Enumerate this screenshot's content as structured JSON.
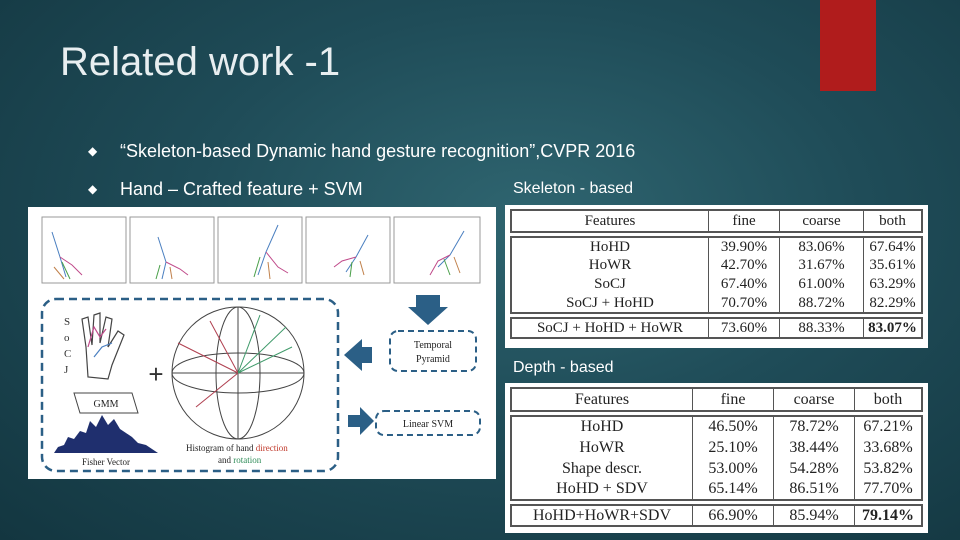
{
  "title": "Related work -1",
  "colors": {
    "accent_red": "#b01c1c"
  },
  "bullets": [
    {
      "icon": "diamond-bullet-icon",
      "text": "“Skeleton-based Dynamic hand gesture recognition”,CVPR 2016"
    },
    {
      "icon": "diamond-bullet-icon",
      "text": "Hand – Crafted feature + SVM"
    }
  ],
  "figure": {
    "letters": [
      "S",
      "o",
      "C",
      "J"
    ],
    "gmm": "GMM",
    "fisher": "Fisher Vector",
    "histogram_prefix": "Histogram of hand ",
    "histogram_direction": "direction",
    "histogram_and": "and ",
    "histogram_rotation": "rotation",
    "temporal": "Temporal",
    "pyramid": "Pyramid",
    "svm": "Linear SVM",
    "plus": "+"
  },
  "skeleton": {
    "label": "Skeleton - based",
    "headers": [
      "Features",
      "fine",
      "coarse",
      "both"
    ],
    "rows": [
      [
        "HoHD",
        "39.90%",
        "83.06%",
        "67.64%"
      ],
      [
        "HoWR",
        "42.70%",
        "31.67%",
        "35.61%"
      ],
      [
        "SoCJ",
        "67.40%",
        "61.00%",
        "63.29%"
      ],
      [
        "SoCJ + HoHD",
        "70.70%",
        "88.72%",
        "82.29%"
      ]
    ],
    "best": [
      "SoCJ + HoHD + HoWR",
      "73.60%",
      "88.33%",
      "83.07%"
    ]
  },
  "depth": {
    "label": "Depth - based",
    "headers": [
      "Features",
      "fine",
      "coarse",
      "both"
    ],
    "rows": [
      [
        "HoHD",
        "46.50%",
        "78.72%",
        "67.21%"
      ],
      [
        "HoWR",
        "25.10%",
        "38.44%",
        "33.68%"
      ],
      [
        "Shape descr.",
        "53.00%",
        "54.28%",
        "53.82%"
      ],
      [
        "HoHD + SDV",
        "65.14%",
        "86.51%",
        "77.70%"
      ]
    ],
    "best": [
      "HoHD+HoWR+SDV",
      "66.90%",
      "85.94%",
      "79.14%"
    ]
  }
}
